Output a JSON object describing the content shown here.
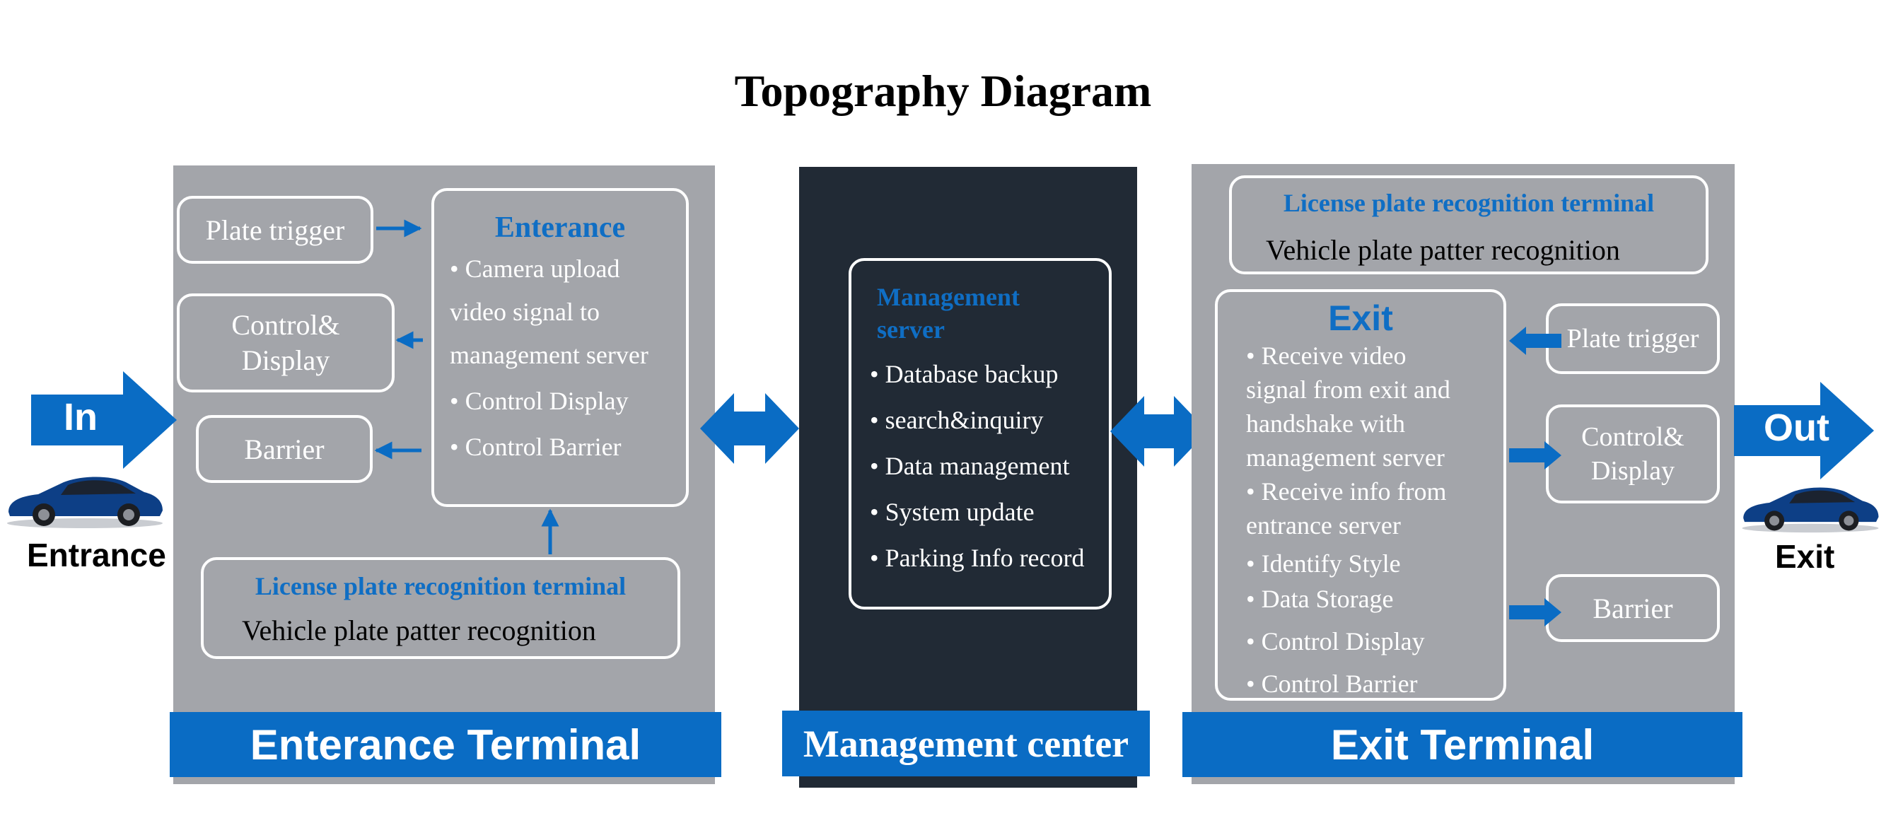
{
  "title": "Topography Diagram",
  "colors": {
    "panel_grey": "#a3a5aa",
    "panel_dark": "#212a35",
    "accent_blue": "#0a6cc4",
    "text_white": "#ffffff"
  },
  "left": {
    "in_arrow_label": "In",
    "car_label": "Entrance",
    "plate_trigger": "Plate trigger",
    "control_display": "Control&\nDisplay",
    "barrier": "Barrier",
    "entrance_box": {
      "title": "Enterance",
      "items": [
        "• Camera upload",
        "video signal to",
        "management server",
        "•  Control Display",
        "•  Control Barrier"
      ]
    },
    "lpr_title": "License plate recognition terminal",
    "lpr_text": "Vehicle plate patter recognition",
    "footer": "Enterance Terminal"
  },
  "middle": {
    "server_title": "Management\nserver",
    "items": [
      "•  Database backup",
      "•  search&inquiry",
      "•  Data management",
      "•  System update",
      "•  Parking Info record"
    ],
    "footer": "Management center"
  },
  "right": {
    "lpr_title": "License plate recognition terminal",
    "lpr_text": "Vehicle plate patter recognition",
    "exit_box": {
      "title": "Exit",
      "items": [
        "•  Receive video",
        "signal from exit and",
        "handshake with",
        "management server",
        "•  Receive info from",
        "entrance server",
        "•  Identify Style",
        "•  Data Storage",
        "•  Control Display",
        "•  Control Barrier"
      ]
    },
    "plate_trigger": "Plate trigger",
    "control_display": "Control&\nDisplay",
    "barrier": "Barrier",
    "out_arrow_label": "Out",
    "car_label": "Exit",
    "footer": "Exit Terminal"
  }
}
